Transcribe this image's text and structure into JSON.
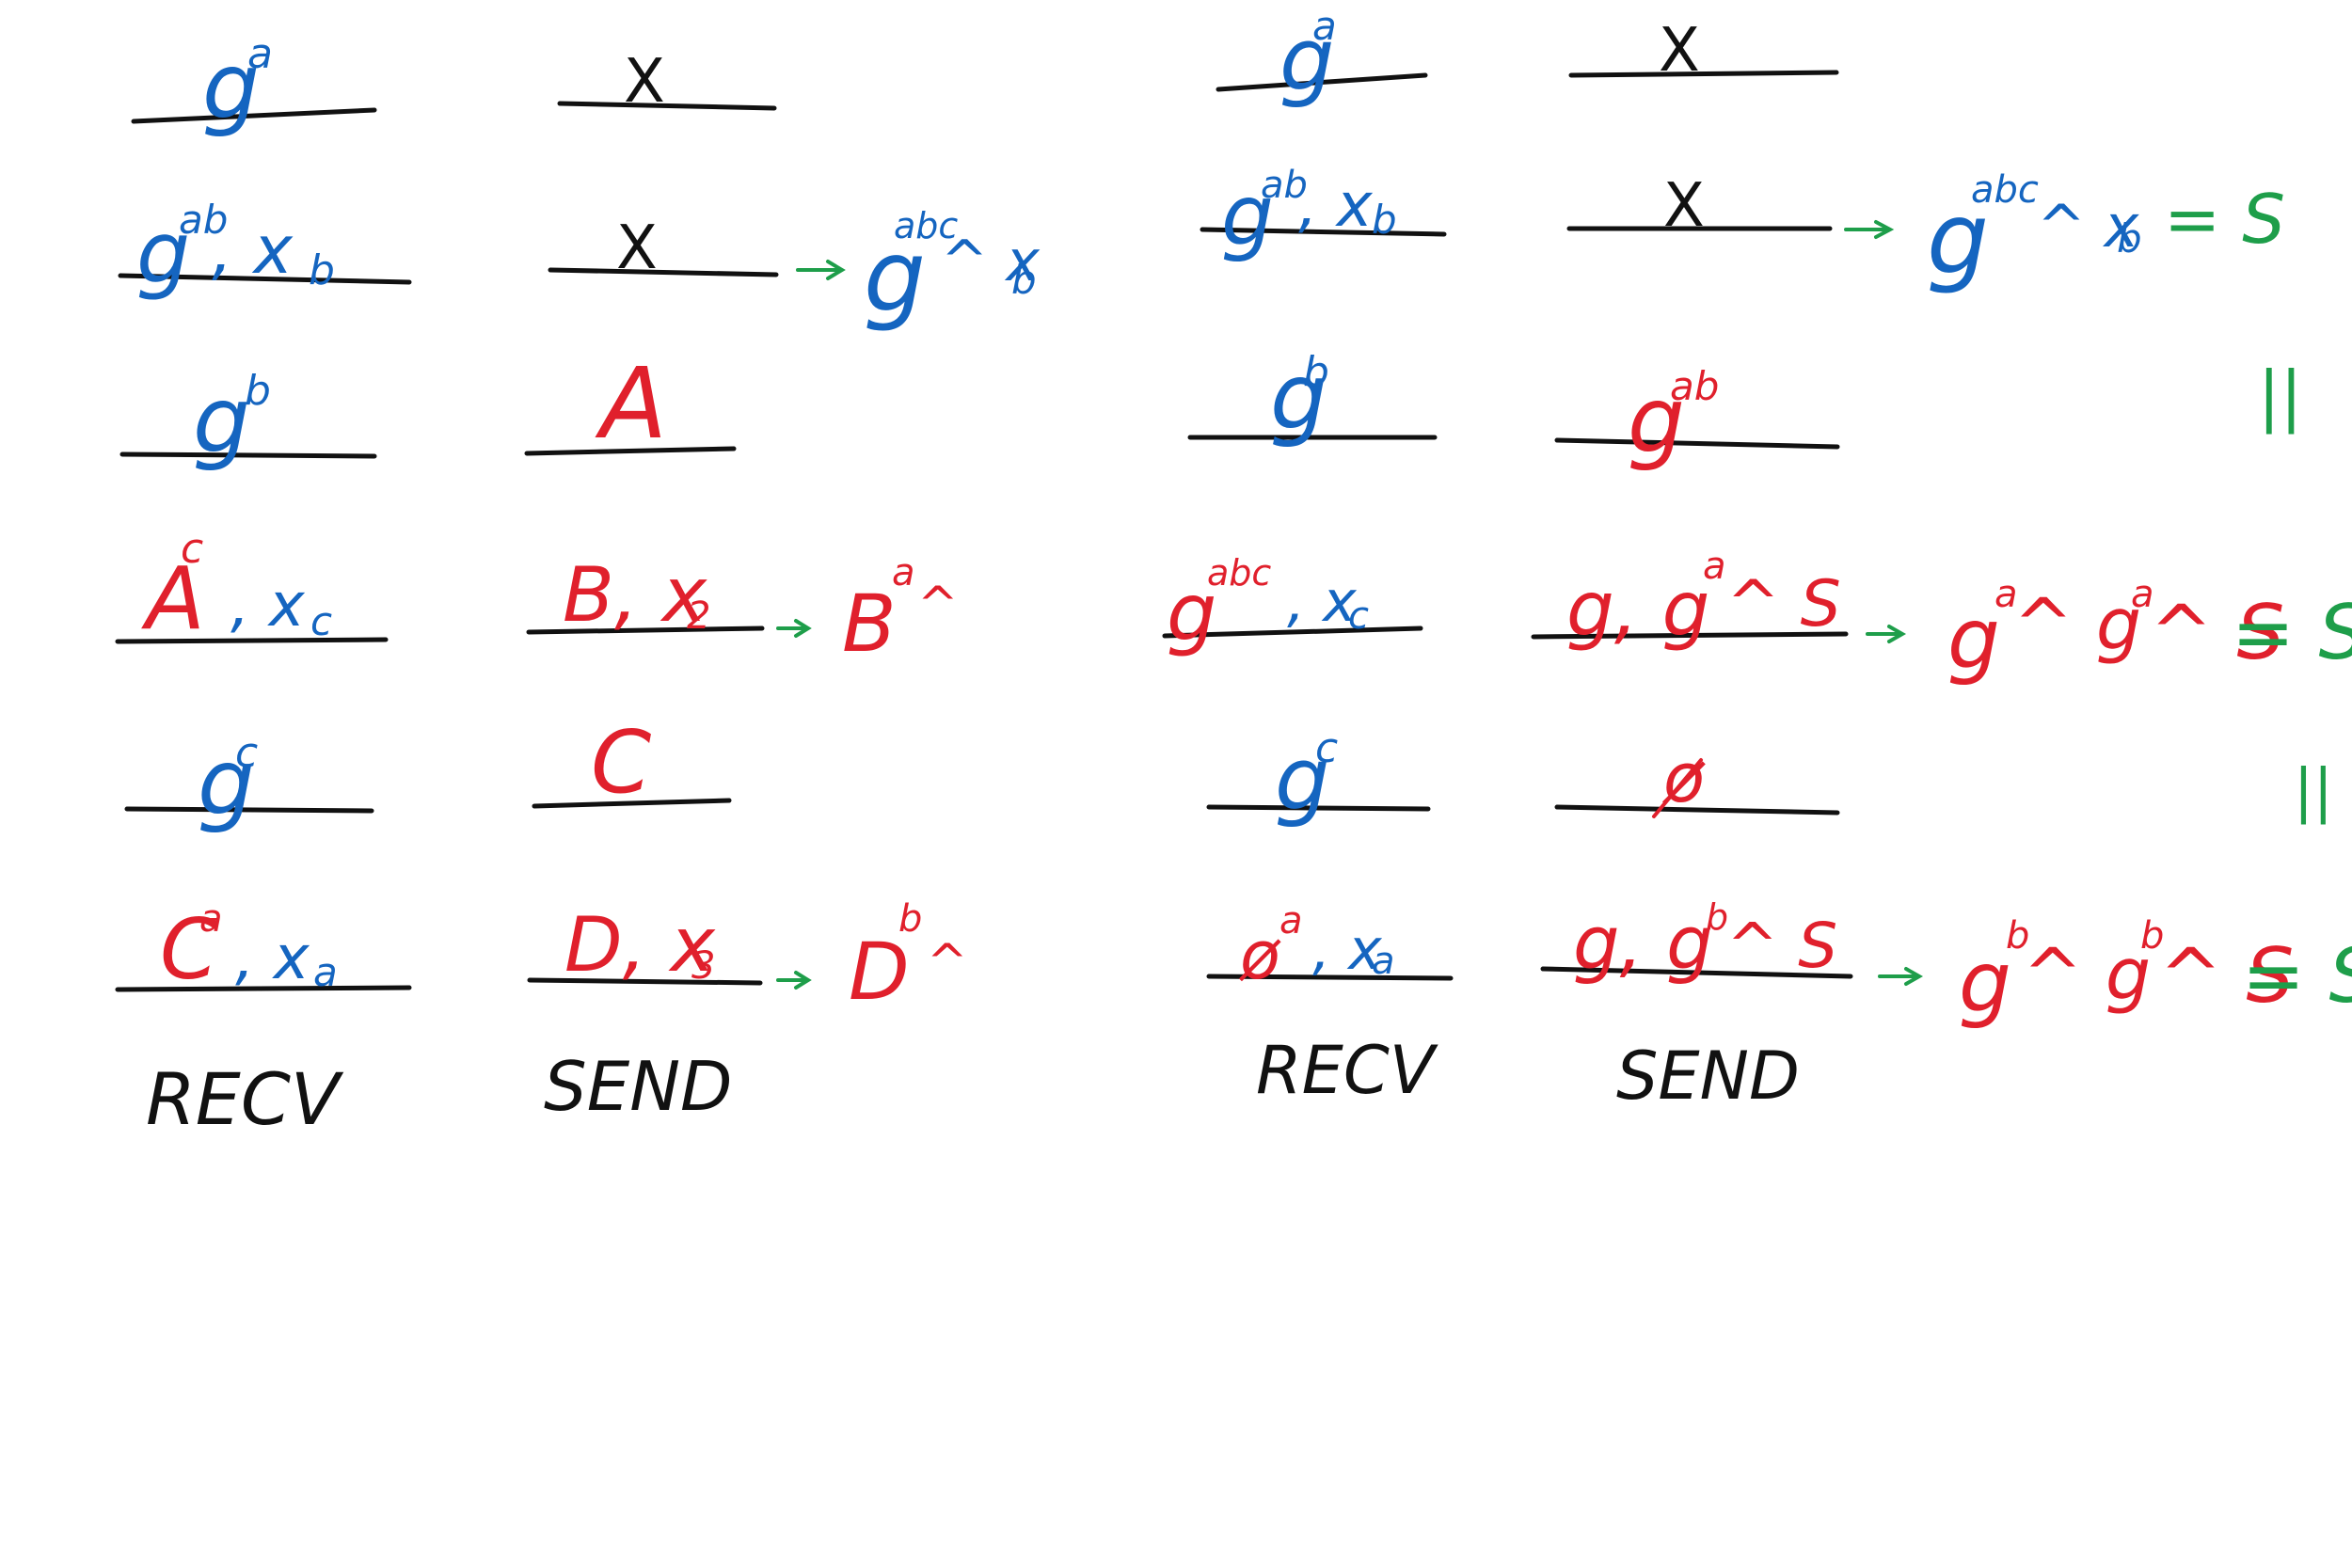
{
  "labels": {
    "recv": "RECV",
    "send": "SEND",
    "equals_mark": "||"
  },
  "colors": {
    "blue": "#1565c0",
    "red": "#e0202c",
    "green": "#1e9e4a",
    "black": "#111111"
  },
  "left": {
    "recv": [
      {
        "base": "g",
        "sup": "a"
      },
      {
        "base": "g",
        "sup": "ab",
        "extra": ", x",
        "sub": "b"
      },
      {
        "base": "g",
        "sup": "b"
      },
      {
        "base": "A",
        "sup": "c",
        "extra": ", x",
        "sub": "c"
      },
      {
        "base": "g",
        "sup": "c"
      },
      {
        "base": "C",
        "sup": "a",
        "extra": ", x",
        "sub": "a"
      }
    ],
    "send": [
      {
        "text": "X"
      },
      {
        "text": "X"
      },
      {
        "text": "A"
      },
      {
        "text": "B, x",
        "sub": "2"
      },
      {
        "text": "C"
      },
      {
        "text": "D, x",
        "sub": "3"
      }
    ],
    "results": [
      {
        "row": 1,
        "base": "g",
        "sup": "abc",
        "rest": " ^ x",
        "sub": "b"
      },
      {
        "row": 3,
        "base": "B",
        "sup": "a",
        "rest": " ^"
      },
      {
        "row": 5,
        "base": "D",
        "sup": "b",
        "rest": " ^"
      }
    ]
  },
  "right": {
    "recv": [
      {
        "base": "g",
        "sup": "a"
      },
      {
        "base": "g",
        "sup": "ab",
        "extra": ", x",
        "sub": "b"
      },
      {
        "base": "g",
        "sup": "b"
      },
      {
        "base": "g",
        "sup": "abc",
        "extra": ", x",
        "sub": "c"
      },
      {
        "base": "g",
        "sup": "c"
      },
      {
        "base": "ø",
        "sup": "a",
        "extra": ", x",
        "sub": "a"
      }
    ],
    "send": [
      {
        "text": "X"
      },
      {
        "text": "X"
      },
      {
        "base": "g",
        "sup": "ab"
      },
      {
        "text": "g, g",
        "sup": "a",
        "rest": " ^ S"
      },
      {
        "text": "ø"
      },
      {
        "text": "g, g",
        "sup": "b",
        "rest": " ^ S"
      }
    ],
    "results": [
      {
        "row": 1,
        "base": "g",
        "sup": "abc",
        "rest": " ^ x",
        "sub": "b",
        "eq": "= S"
      },
      {
        "row": 3,
        "base": "g",
        "sup": "a",
        "mid": " ^ g",
        "sup2": "a",
        "rest": " ^ S",
        "eq": "= S"
      },
      {
        "row": 5,
        "base": "g",
        "sup": "b",
        "mid": " ^ g",
        "sup2": "b",
        "rest": " ^ S",
        "eq": "= S"
      }
    ]
  }
}
